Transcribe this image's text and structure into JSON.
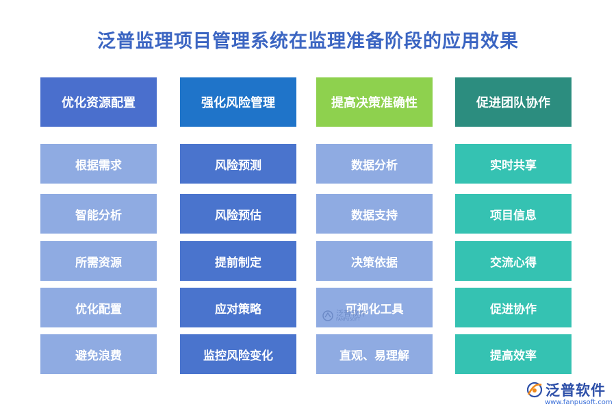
{
  "title": "泛普监理项目管理系统在监理准备阶段的应用效果",
  "columns": [
    {
      "header": "优化资源配置",
      "header_color": "#4a6fcd",
      "cell_color": "#8fabe2",
      "items": [
        "根据需求",
        "智能分析",
        "所需资源",
        "优化配置",
        "避免浪费"
      ]
    },
    {
      "header": "强化风险管理",
      "header_color": "#1f74c9",
      "cell_color": "#4a74cd",
      "items": [
        "风险预测",
        "风险预估",
        "提前制定",
        "应对策略",
        "监控风险变化"
      ]
    },
    {
      "header": "提高决策准确性",
      "header_color": "#8ed14e",
      "cell_color": "#8fabe2",
      "items": [
        "数据分析",
        "数据支持",
        "决策依据",
        "可视化工具",
        "直观、易理解"
      ]
    },
    {
      "header": "促进团队协作",
      "header_color": "#2c8d7f",
      "cell_color": "#35c2b2",
      "items": [
        "实时共享",
        "项目信息",
        "交流心得",
        "促进协作",
        "提高效率"
      ]
    }
  ],
  "watermark": {
    "text": "泛普软件",
    "sub": "FANPUSOFT"
  },
  "logo": {
    "name": "泛普软件",
    "url": "www.fanpusoft.com",
    "icon": "fanpu-logo-icon"
  }
}
